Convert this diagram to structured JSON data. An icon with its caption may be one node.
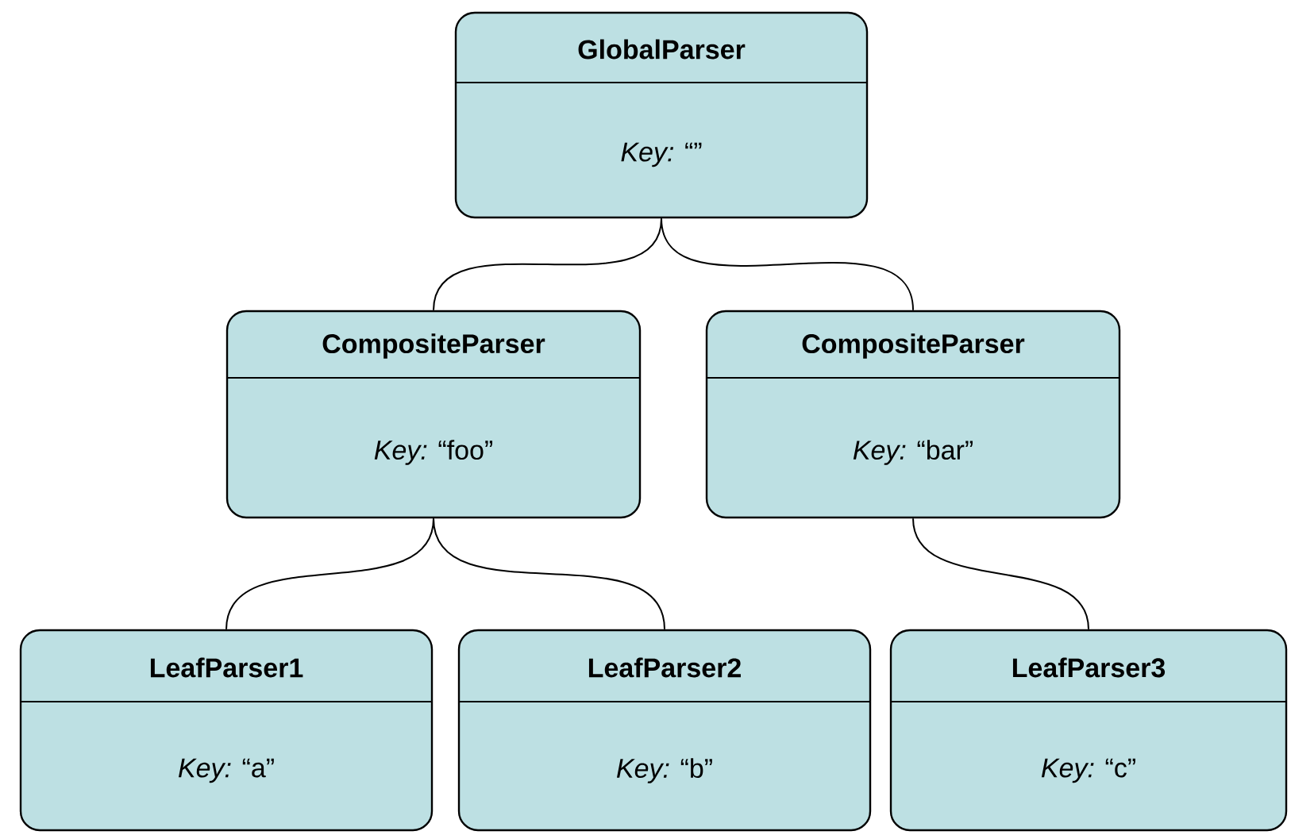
{
  "diagram": {
    "nodes": [
      {
        "text": [
          "GlobalParser",
          "*Key:* “”"
        ]
      },
      {
        "text": [
          "CompositeParser",
          "*Key:* “foo”"
        ]
      },
      {
        "text": [
          "CompositeParser",
          "*Key:* “bar”"
        ]
      },
      {
        "text": [
          "LeafParser1",
          "*Key:* “a”"
        ]
      },
      {
        "text": [
          "LeafParser2",
          "*Key:* “b”"
        ]
      },
      {
        "text": [
          "LeafParser3",
          "*Key:* “c”"
        ]
      }
    ],
    "edges": [
      {
        "from": 0,
        "to": 1,
        "arrow": "none"
      },
      {
        "from": 0,
        "to": 2,
        "arrow": "none"
      },
      {
        "from": 1,
        "to": 3,
        "arrow": "none"
      },
      {
        "from": 1,
        "to": 4,
        "arrow": "none"
      },
      {
        "from": 2,
        "to": 5,
        "arrow": "none"
      }
    ]
  }
}
